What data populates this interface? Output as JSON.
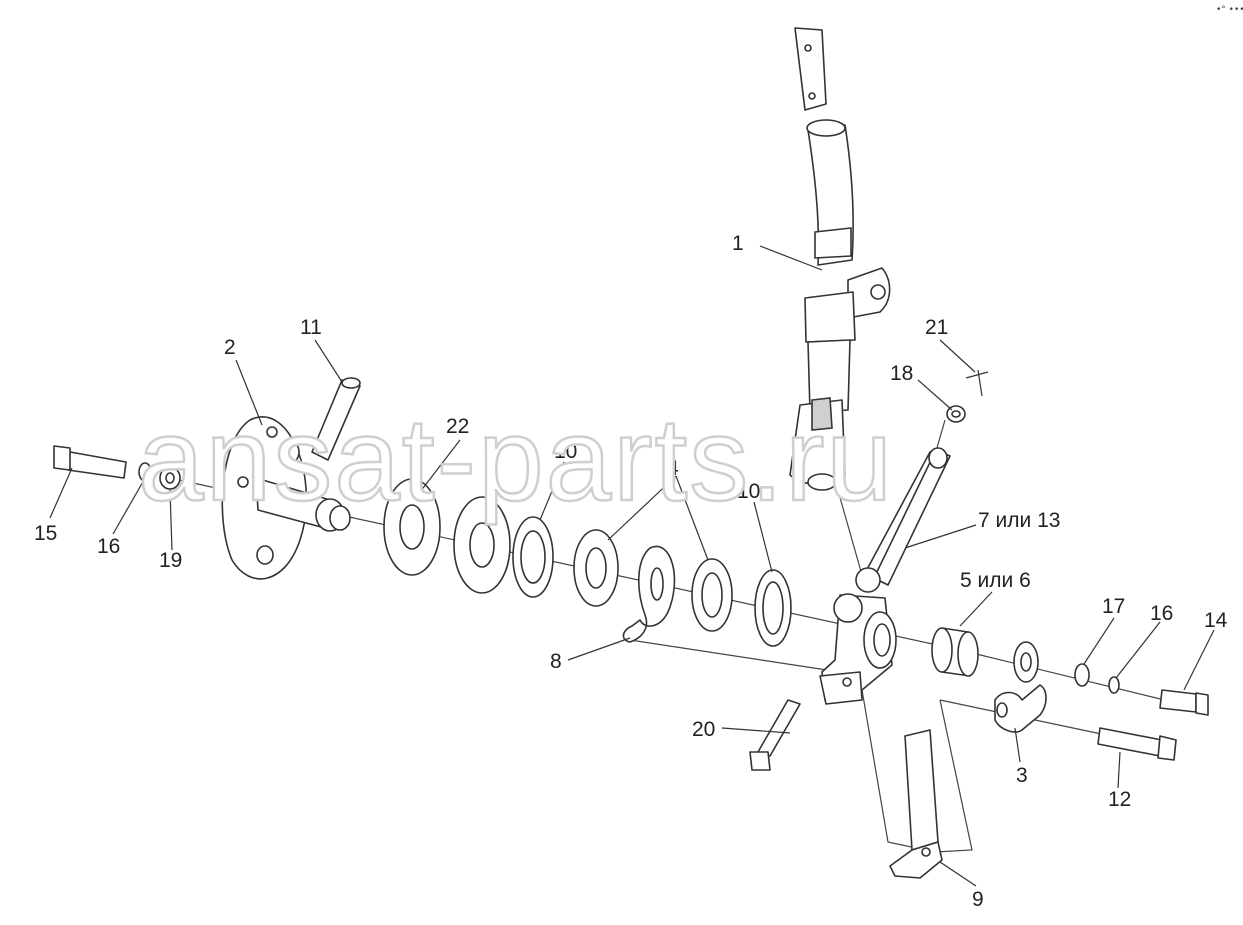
{
  "diagram": {
    "watermark": "ansat-parts.ru",
    "corner_mark": "•° •••",
    "callouts": [
      "1",
      "2",
      "3",
      "4",
      "5 или 6",
      "7 или 13",
      "8",
      "9",
      "10",
      "10",
      "11",
      "12",
      "14",
      "15",
      "16",
      "16",
      "17",
      "18",
      "19",
      "20",
      "21",
      "22"
    ]
  }
}
